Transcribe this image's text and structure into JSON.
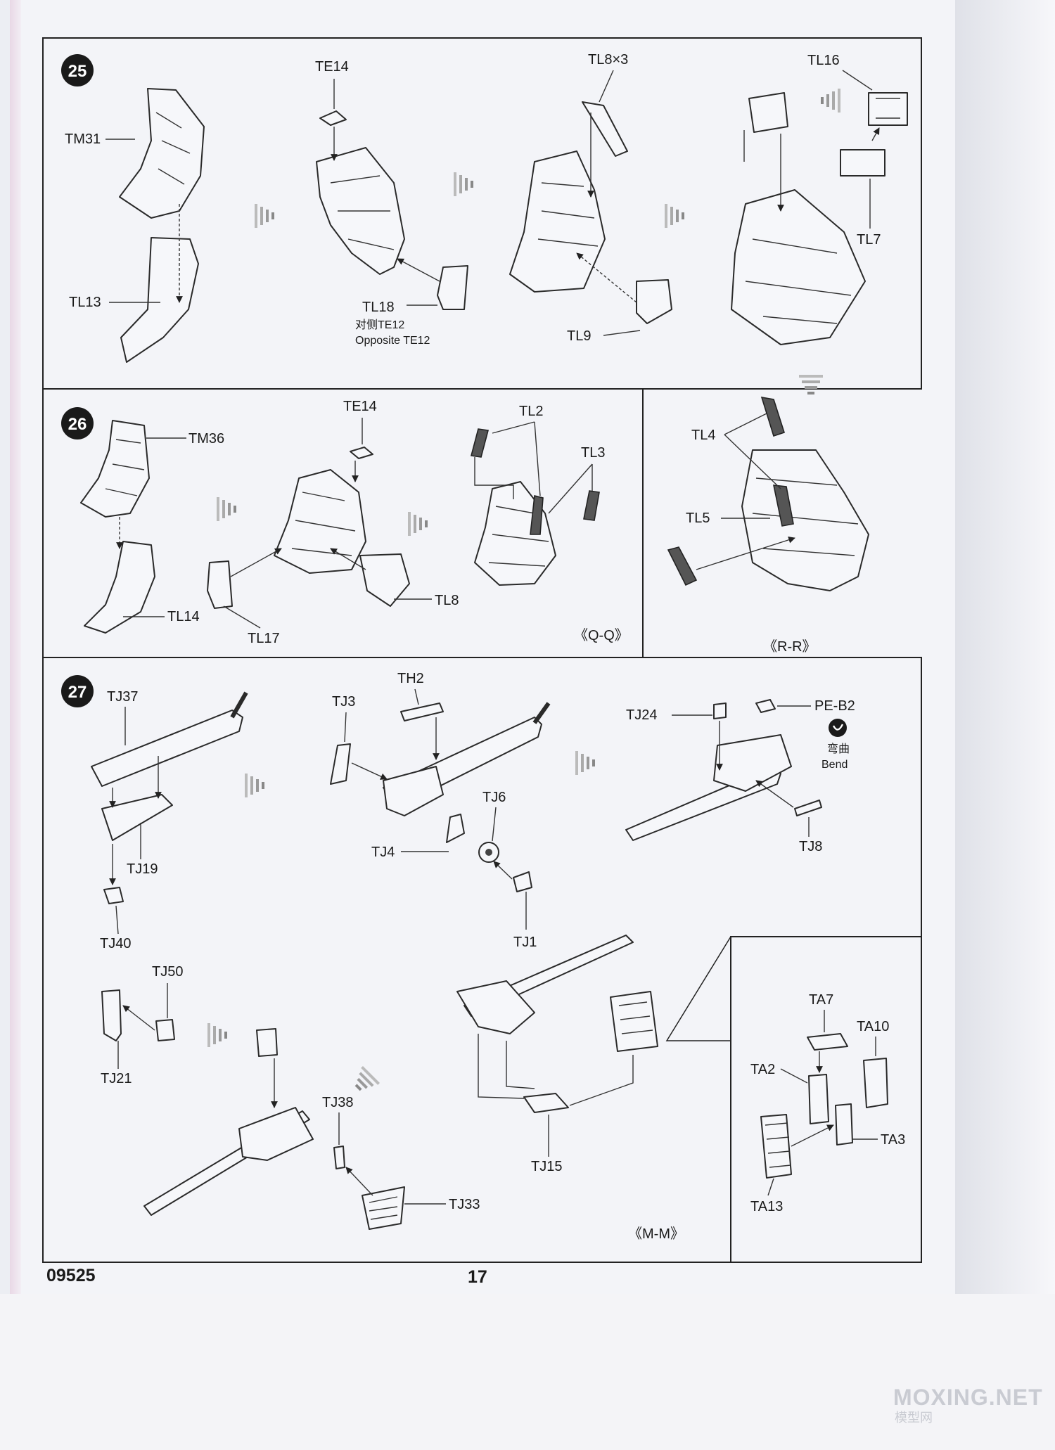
{
  "steps": [
    {
      "number": "25",
      "parts": [
        "TM31",
        "TL13",
        "TE14",
        "TL18",
        "TL8×3",
        "TL9",
        "TL16",
        "TL7"
      ],
      "note_cn": "对侧TE12",
      "note_en": "Opposite TE12"
    },
    {
      "number": "26",
      "parts": [
        "TM36",
        "TL14",
        "TE14",
        "TL17",
        "TL8",
        "TL2",
        "TL3",
        "TL4",
        "TL5"
      ],
      "views": [
        "《Q-Q》",
        "《R-R》"
      ]
    },
    {
      "number": "27",
      "parts": [
        "TJ37",
        "TJ19",
        "TJ40",
        "TJ3",
        "TH2",
        "TJ6",
        "TJ4",
        "TJ1",
        "TJ24",
        "PE-B2",
        "TJ8",
        "TJ50",
        "TJ21",
        "TJ38",
        "TJ33",
        "TJ15",
        "TA7",
        "TA10",
        "TA2",
        "TA3",
        "TA13"
      ],
      "bend_cn": "弯曲",
      "bend_en": "Bend",
      "views": [
        "《M-M》"
      ]
    }
  ],
  "footer": {
    "kit_number": "09525",
    "page_number": "17"
  },
  "watermark": {
    "line1": "MOXING.NET",
    "line2": "模型网"
  }
}
